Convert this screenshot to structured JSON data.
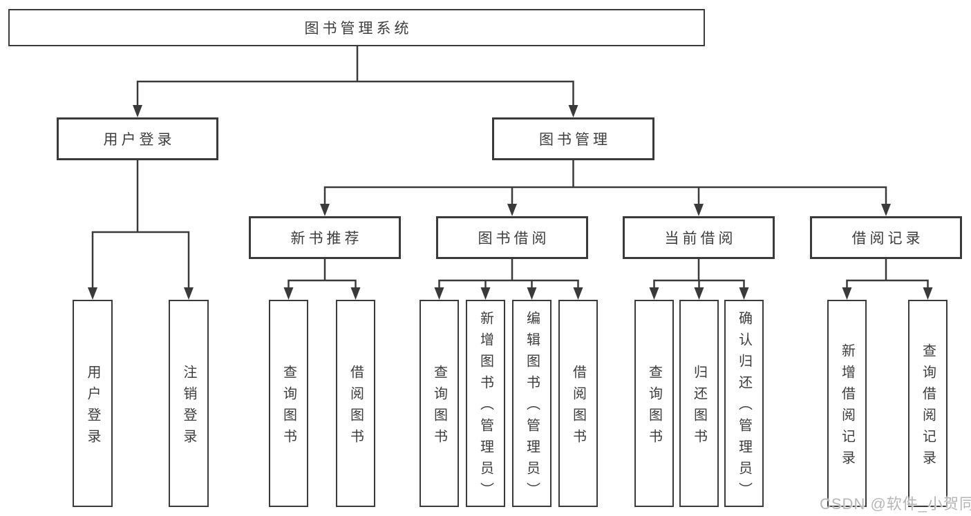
{
  "diagram": {
    "root": {
      "label": "图书管理系统"
    },
    "branches": [
      {
        "label": "用户登录",
        "children": [
          {
            "label": "用户登录"
          },
          {
            "label": "注销登录"
          }
        ]
      },
      {
        "label": "图书管理",
        "children": [
          {
            "label": "新书推荐",
            "children": [
              {
                "label": "查询图书"
              },
              {
                "label": "借阅图书"
              }
            ]
          },
          {
            "label": "图书借阅",
            "children": [
              {
                "label": "查询图书"
              },
              {
                "label": "新增图书（管理员）"
              },
              {
                "label": "编辑图书（管理员）"
              },
              {
                "label": "借阅图书"
              }
            ]
          },
          {
            "label": "当前借阅",
            "children": [
              {
                "label": "查询图书"
              },
              {
                "label": "归还图书"
              },
              {
                "label": "确认归还（管理员）"
              }
            ]
          },
          {
            "label": "借阅记录",
            "children": [
              {
                "label": "新增借阅记录"
              },
              {
                "label": "查询借阅记录"
              }
            ]
          }
        ]
      }
    ]
  },
  "watermark": {
    "text": "CSDN @软件_小贺同学"
  },
  "colors": {
    "line": "#3a3a3a",
    "text": "#3d3d3d",
    "box_fill": "#ffffff",
    "watermark": "#b2b2b2",
    "background": "#ffffff"
  }
}
